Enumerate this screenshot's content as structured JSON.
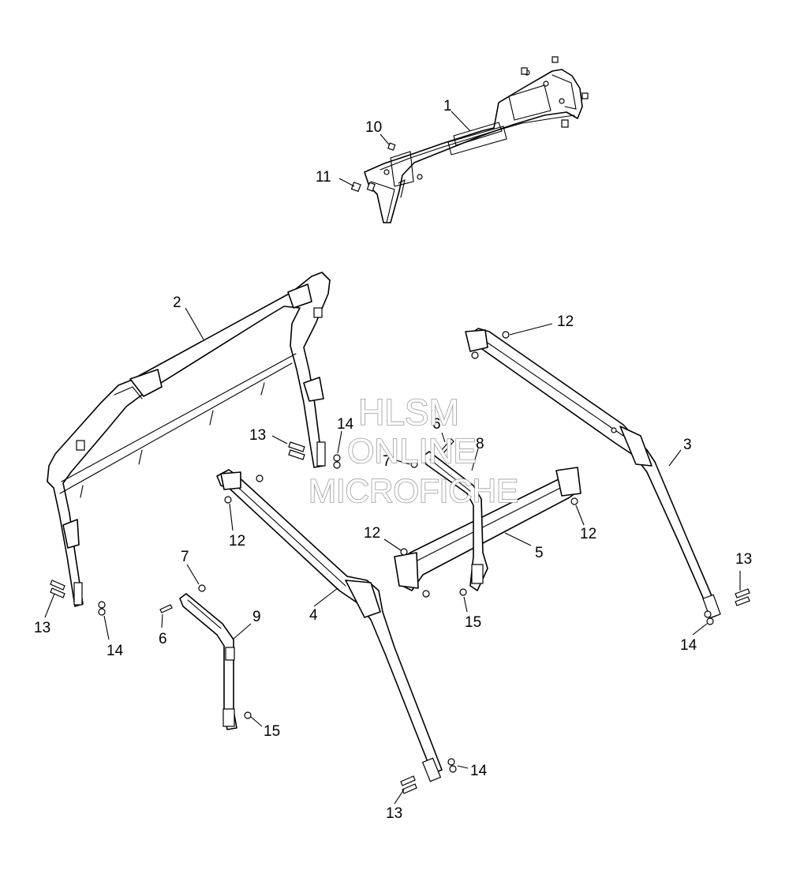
{
  "watermark": {
    "line1": "HLSM",
    "line2": "ONLINE",
    "line3": "MICROFICHE"
  },
  "callouts": [
    {
      "id": "c1",
      "label": "1"
    },
    {
      "id": "c2",
      "label": "2"
    },
    {
      "id": "c3",
      "label": "3"
    },
    {
      "id": "c4",
      "label": "4"
    },
    {
      "id": "c5",
      "label": "5"
    },
    {
      "id": "c6a",
      "label": "6"
    },
    {
      "id": "c6b",
      "label": "6"
    },
    {
      "id": "c7a",
      "label": "7"
    },
    {
      "id": "c7b",
      "label": "7"
    },
    {
      "id": "c8",
      "label": "8"
    },
    {
      "id": "c9",
      "label": "9"
    },
    {
      "id": "c10",
      "label": "10"
    },
    {
      "id": "c11",
      "label": "11"
    },
    {
      "id": "c12a",
      "label": "12"
    },
    {
      "id": "c12b",
      "label": "12"
    },
    {
      "id": "c12c",
      "label": "12"
    },
    {
      "id": "c12d",
      "label": "12"
    },
    {
      "id": "c13a",
      "label": "13"
    },
    {
      "id": "c13b",
      "label": "13"
    },
    {
      "id": "c13c",
      "label": "13"
    },
    {
      "id": "c13d",
      "label": "13"
    },
    {
      "id": "c14a",
      "label": "14"
    },
    {
      "id": "c14b",
      "label": "14"
    },
    {
      "id": "c14c",
      "label": "14"
    },
    {
      "id": "c14d",
      "label": "14"
    },
    {
      "id": "c15a",
      "label": "15"
    },
    {
      "id": "c15b",
      "label": "15"
    }
  ],
  "colors": {
    "line": "#000000",
    "background": "#ffffff",
    "watermark_outline": "#9a9a9a"
  }
}
